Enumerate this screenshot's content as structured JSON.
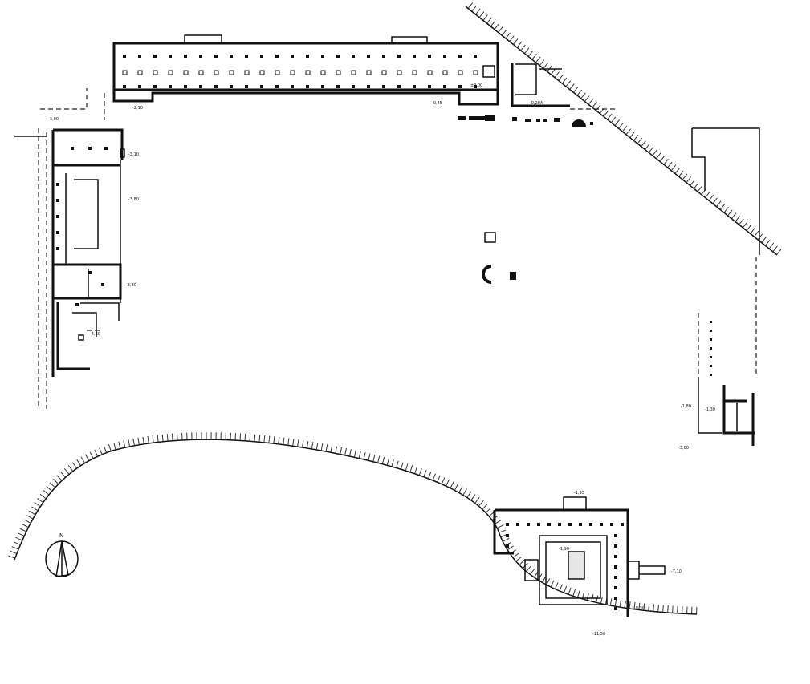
{
  "plan": {
    "north_label": "N",
    "elevations": [
      "-2,10",
      "-3,00",
      "-0,45",
      "±0,00",
      "-0,20A",
      "-3,10",
      "-3,80",
      "-3,80",
      "-4,30",
      "-1,80",
      "-1,30",
      "-3,00",
      "-1,95",
      "-1,90",
      "-7,10",
      "-8,30",
      "-11,50"
    ]
  }
}
